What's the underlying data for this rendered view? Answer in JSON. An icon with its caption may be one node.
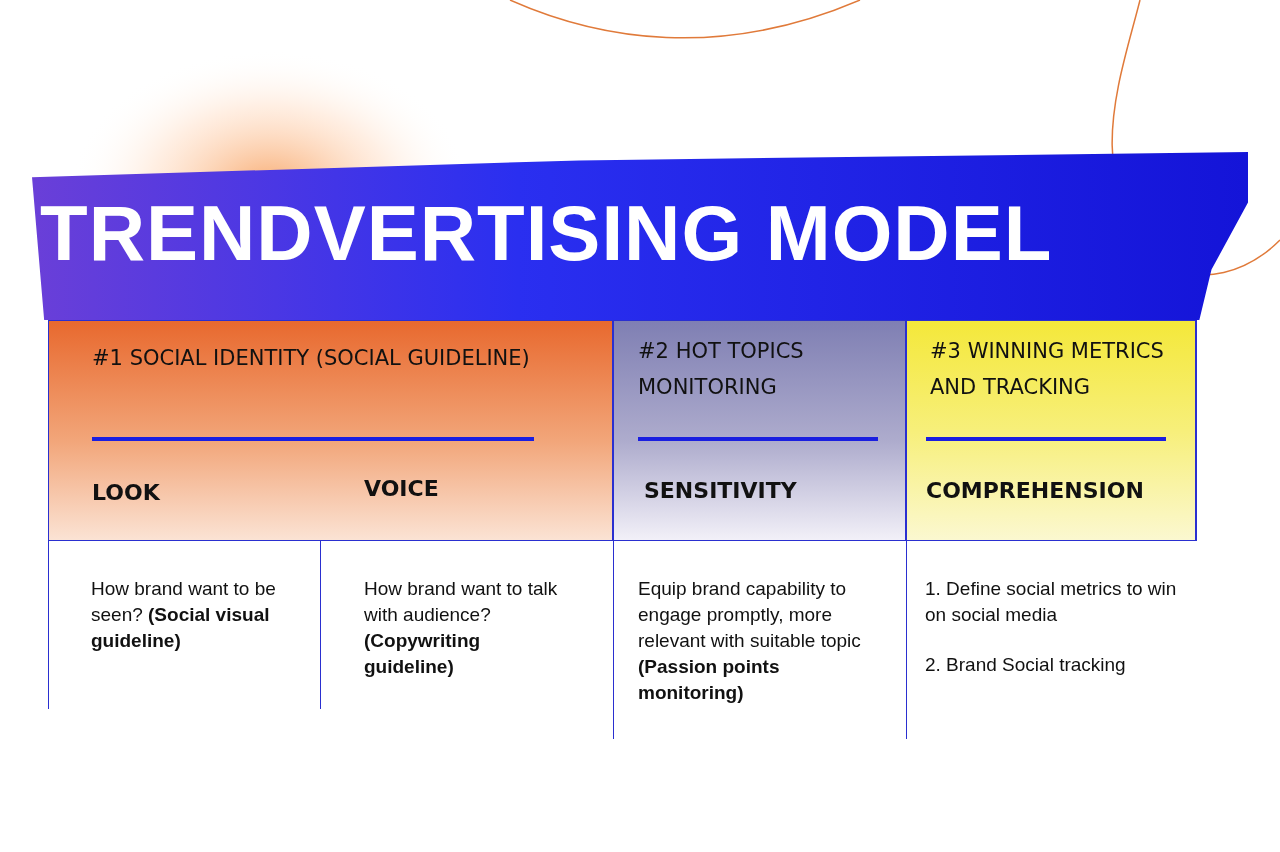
{
  "diagram": {
    "title": "TRENDVERTISING MODEL",
    "labels": [
      "#1 SOCIAL IDENTITY (SOCIAL GUIDELINE)",
      "#2 HOT TOPICS MONITORING",
      "#3 WINNING METRICS AND TRACKING",
      "LOOK",
      "VOICE",
      "SENSITIVITY",
      "COMPREHENSION",
      "How brand want to be seen? **(Social visual guideline)**",
      "How brand want to talk with audience? **(Copywriting guideline)**",
      "Equip brand capability to engage promptly, more relevant with suitable topic **(Passion points monitoring)**",
      "1. Define social metrics to win on social media",
      "2. Brand Social tracking"
    ]
  }
}
